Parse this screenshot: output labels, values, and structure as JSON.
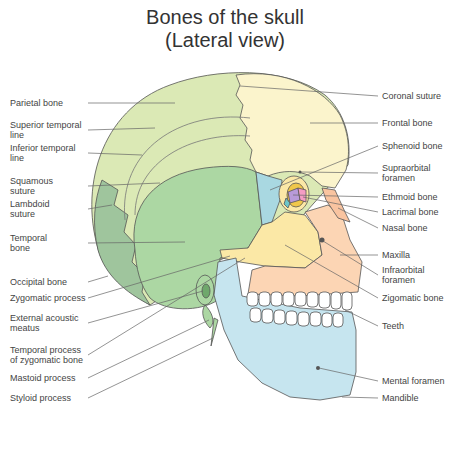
{
  "diagram": {
    "title": "Bones of the skull (Lateral view)",
    "labels": [
      "Parietal bone",
      "Superior temporal line",
      "Inferior temporal line",
      "Squamous suture",
      "Lambdoid suture",
      "Temporal bone",
      "Occipital bone",
      "Zygomatic process",
      "External acoustic meatus",
      "Temporal process of zygomatic bone",
      "Mastoid process",
      "Styloid process",
      "Coronal suture",
      "Frontal bone",
      "Sphenoid bone",
      "Supraorbital foramen",
      "Ethmoid bone",
      "Lacrimal bone",
      "Nasal bone",
      "Maxilla",
      "Infraorbital foramen",
      "Zigomatic bone",
      "Teeth",
      "Mental foramen",
      "Mandible"
    ]
  }
}
